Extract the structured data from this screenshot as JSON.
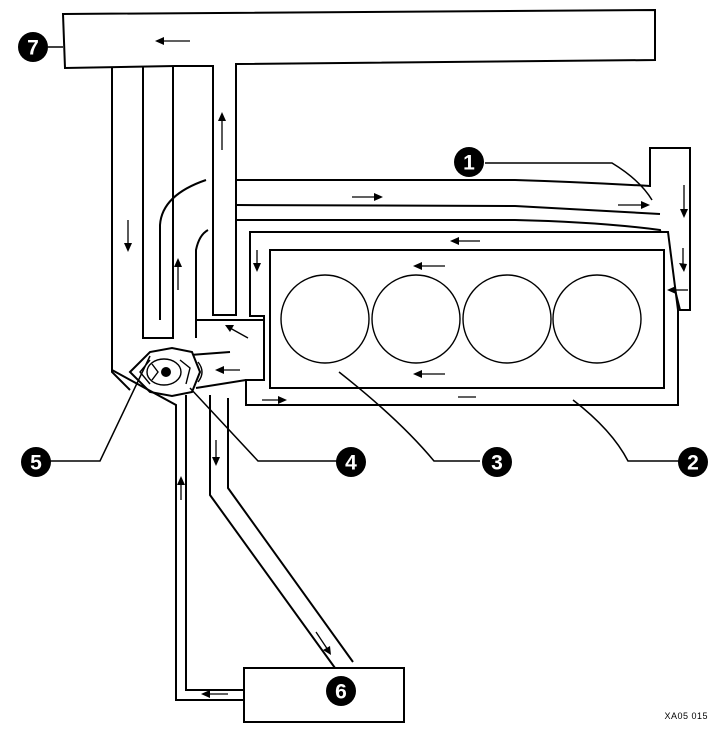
{
  "callouts": [
    {
      "label": "1"
    },
    {
      "label": "2"
    },
    {
      "label": "3"
    },
    {
      "label": "4"
    },
    {
      "label": "5"
    },
    {
      "label": "6"
    },
    {
      "label": "7"
    }
  ],
  "figure_code": "XA05 015"
}
